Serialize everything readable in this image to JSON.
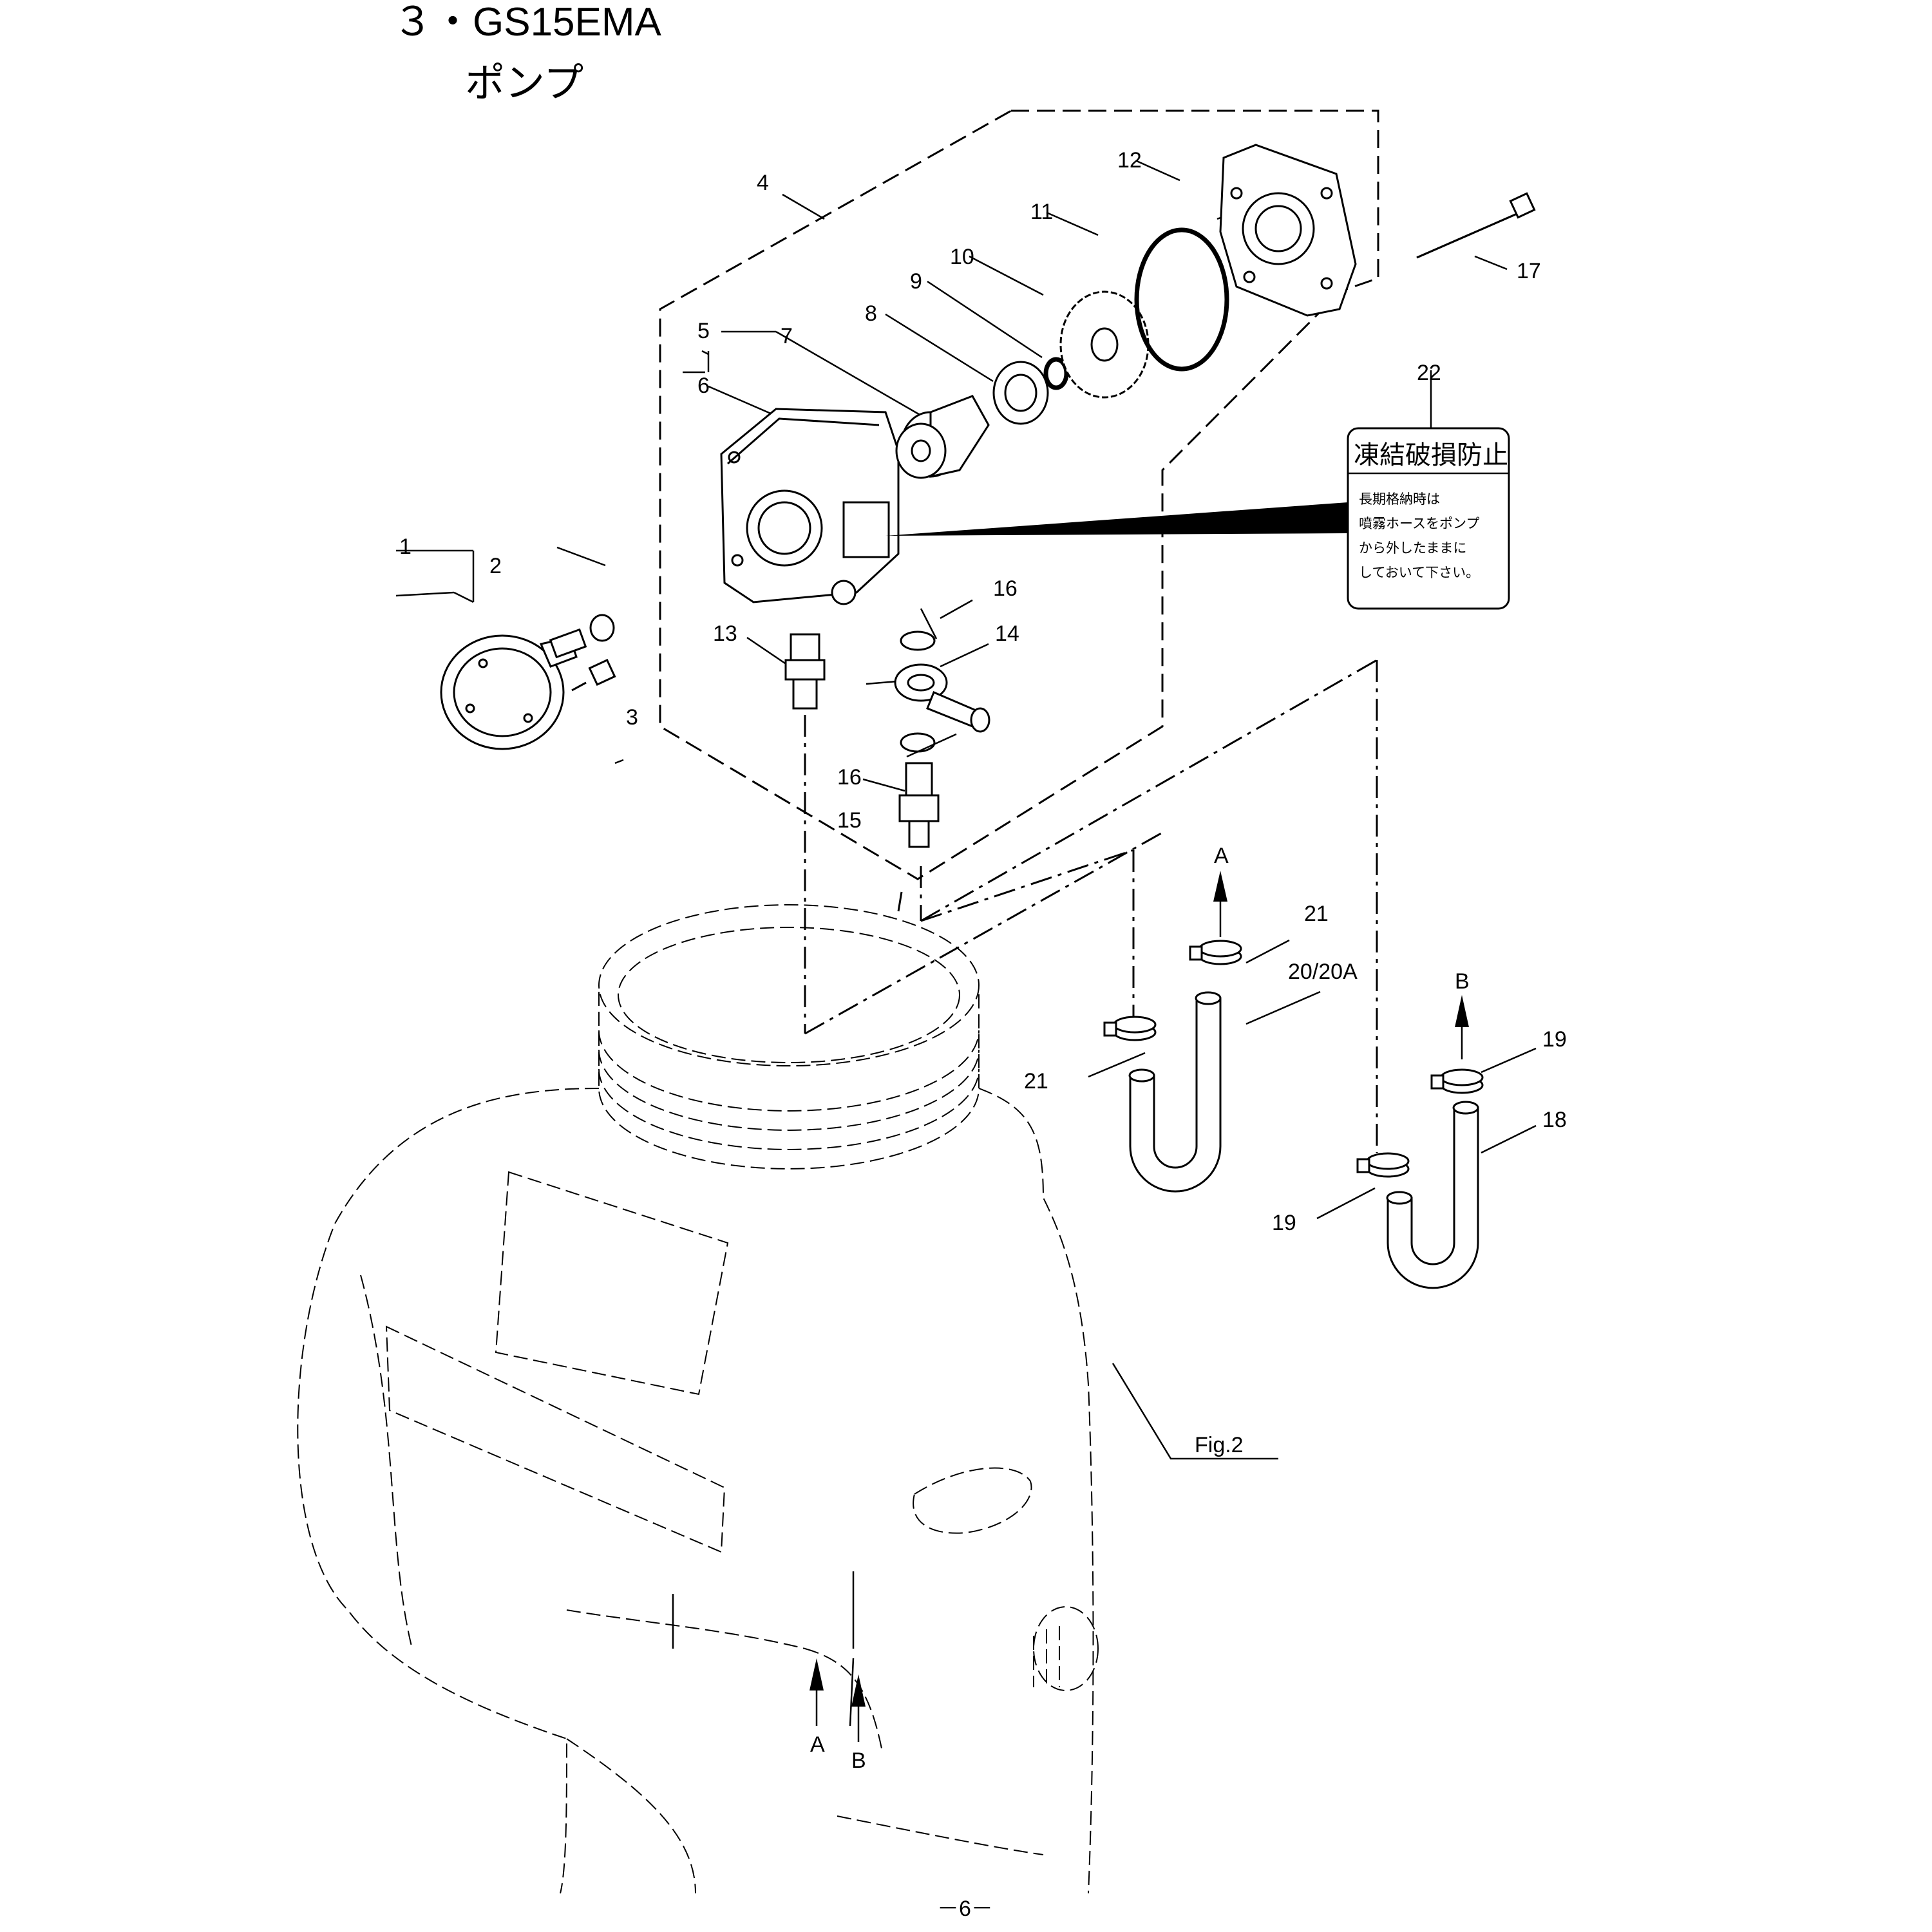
{
  "header": {
    "section": "３・GS15EMA",
    "subtitle": "ポンプ"
  },
  "callouts": {
    "p1": "1",
    "p2": "2",
    "p3": "3",
    "p4": "4",
    "p5": "5",
    "p6": "6",
    "p7": "7",
    "p8": "8",
    "p9": "9",
    "p10": "10",
    "p11": "11",
    "p12": "12",
    "p13": "13",
    "p14": "14",
    "p15": "15",
    "p16a": "16",
    "p16b": "16",
    "p17": "17",
    "p18": "18",
    "p19a": "19",
    "p19b": "19",
    "p20": "20/20A",
    "p21a": "21",
    "p21b": "21",
    "p22": "22"
  },
  "markers": {
    "a_top": "A",
    "b_top": "B",
    "a_bottom": "A",
    "b_bottom": "B"
  },
  "figure_ref": "Fig.2",
  "sticker": {
    "title": "凍結破損防止",
    "lines": [
      "長期格納時は",
      "噴霧ホースをポンプ",
      "から外したままに",
      "しておいて下さい。"
    ]
  },
  "footer": {
    "page": "－6－"
  }
}
